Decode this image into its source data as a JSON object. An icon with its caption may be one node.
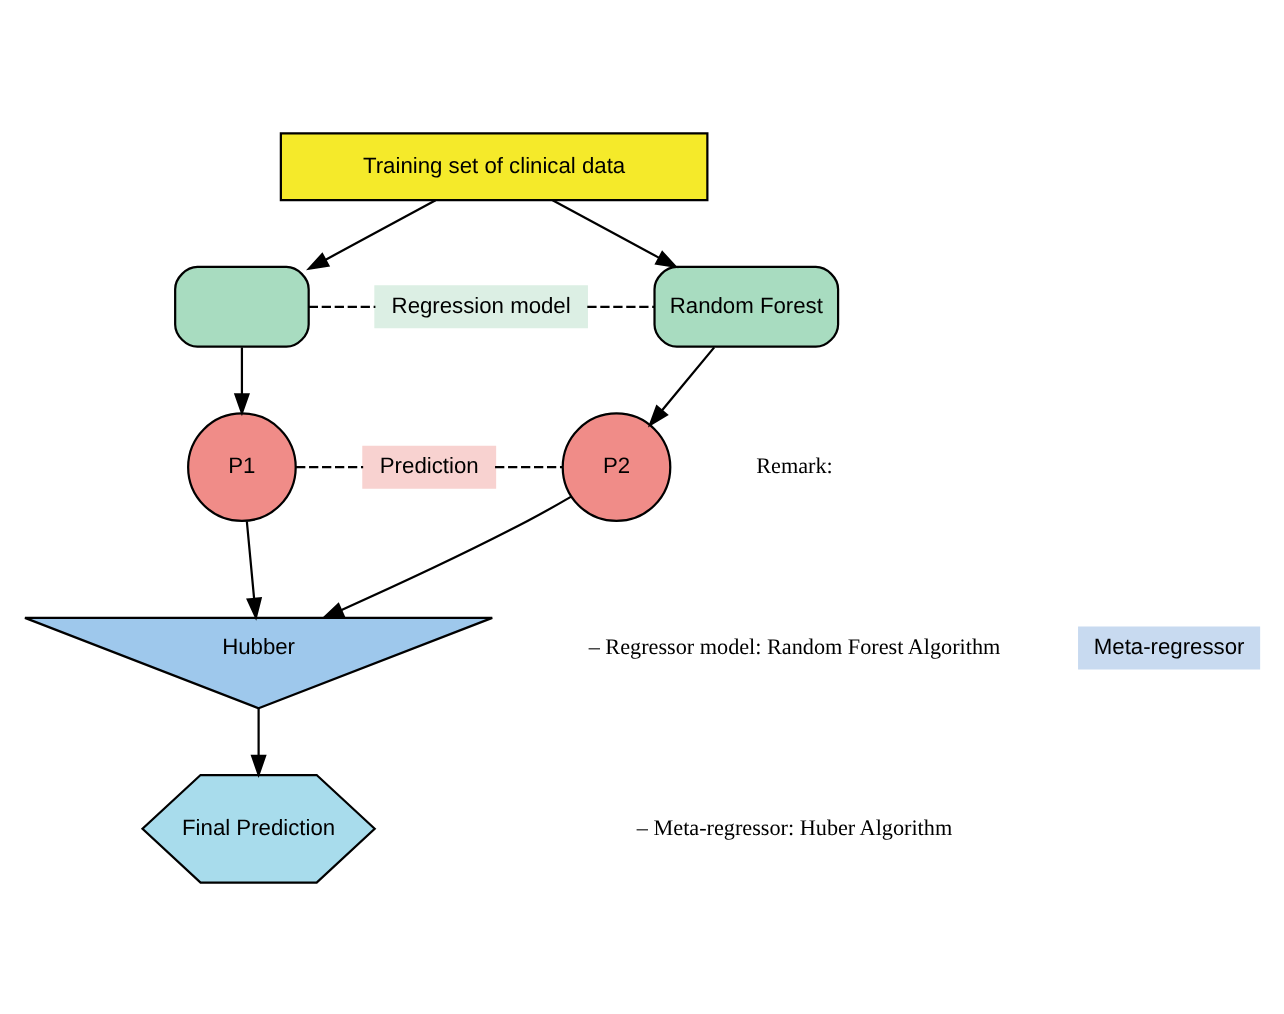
{
  "diagram": {
    "nodes": [
      {
        "text": [
          "Training set of clinical data"
        ]
      },
      {
        "text": [],
        "shape": "box"
      },
      {
        "text": [
          "Regression model"
        ]
      },
      {
        "text": [
          "Random Forest"
        ]
      },
      {
        "text": [
          "P1"
        ]
      },
      {
        "text": [
          "Prediction"
        ]
      },
      {
        "text": [
          "P2"
        ]
      },
      {
        "text": [
          "Hubber"
        ]
      },
      {
        "text": [
          "Meta-regressor"
        ]
      },
      {
        "text": [
          "Final Prediction"
        ]
      }
    ],
    "edges": [
      {
        "from": 0,
        "to": 1,
        "arrow": "to"
      },
      {
        "from": 0,
        "to": 3,
        "arrow": "to"
      },
      {
        "from": 1,
        "to": 2,
        "arrow": "none",
        "style": "dashed"
      },
      {
        "from": 2,
        "to": 3,
        "arrow": "none",
        "style": "dashed"
      },
      {
        "from": 1,
        "to": 4,
        "arrow": "to"
      },
      {
        "from": 3,
        "to": 6,
        "arrow": "to"
      },
      {
        "from": 4,
        "to": 5,
        "arrow": "none",
        "style": "dashed"
      },
      {
        "from": 5,
        "to": 6,
        "arrow": "none",
        "style": "dashed"
      },
      {
        "from": 4,
        "to": 7,
        "arrow": "to"
      },
      {
        "from": 6,
        "to": 7,
        "arrow": "to"
      },
      {
        "from": 7,
        "to": 9,
        "arrow": "to"
      }
    ],
    "labels": [
      "Remark:",
      "– Regressor model: Random Forest Algorithm",
      "– Meta-regressor: Huber Algorithm"
    ]
  }
}
